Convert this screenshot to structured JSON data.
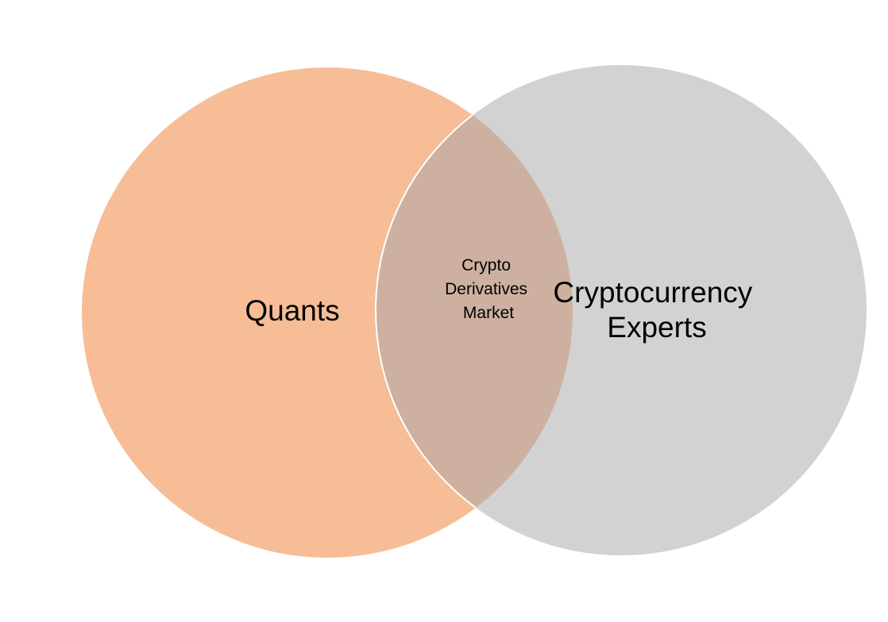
{
  "diagram": {
    "type": "venn",
    "sets": [
      {
        "id": "left",
        "label": "Quants",
        "color": "#F6BD97"
      },
      {
        "id": "right",
        "label_lines": [
          "Cryptocurrency",
          "Experts"
        ],
        "color": "#D2D2D2"
      }
    ],
    "intersection": {
      "label_lines": [
        "Crypto",
        "Derivatives",
        "Market"
      ],
      "color": "#CDB09F",
      "outline_color": "#FFFFFF"
    }
  }
}
